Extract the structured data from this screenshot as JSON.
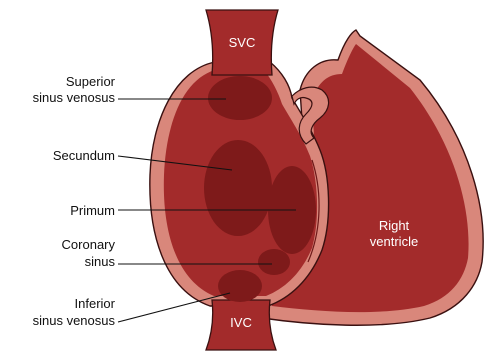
{
  "labels": {
    "svc": "SVC",
    "ivc": "IVC",
    "superior_line1": "Superior",
    "superior_line2": "sinus venosus",
    "secundum": "Secundum",
    "primum": "Primum",
    "coronary_line1": "Coronary",
    "coronary_line2": "sinus",
    "inferior_line1": "Inferior",
    "inferior_line2": "sinus venosus",
    "rv_line1": "Right",
    "rv_line2": "ventricle"
  },
  "colors": {
    "chamber": "#a32b2b",
    "wall": "#d9877b",
    "defect": "#7e1a1a",
    "outline": "#3a1010",
    "text": "#111111",
    "inner_text": "#ffffff"
  }
}
